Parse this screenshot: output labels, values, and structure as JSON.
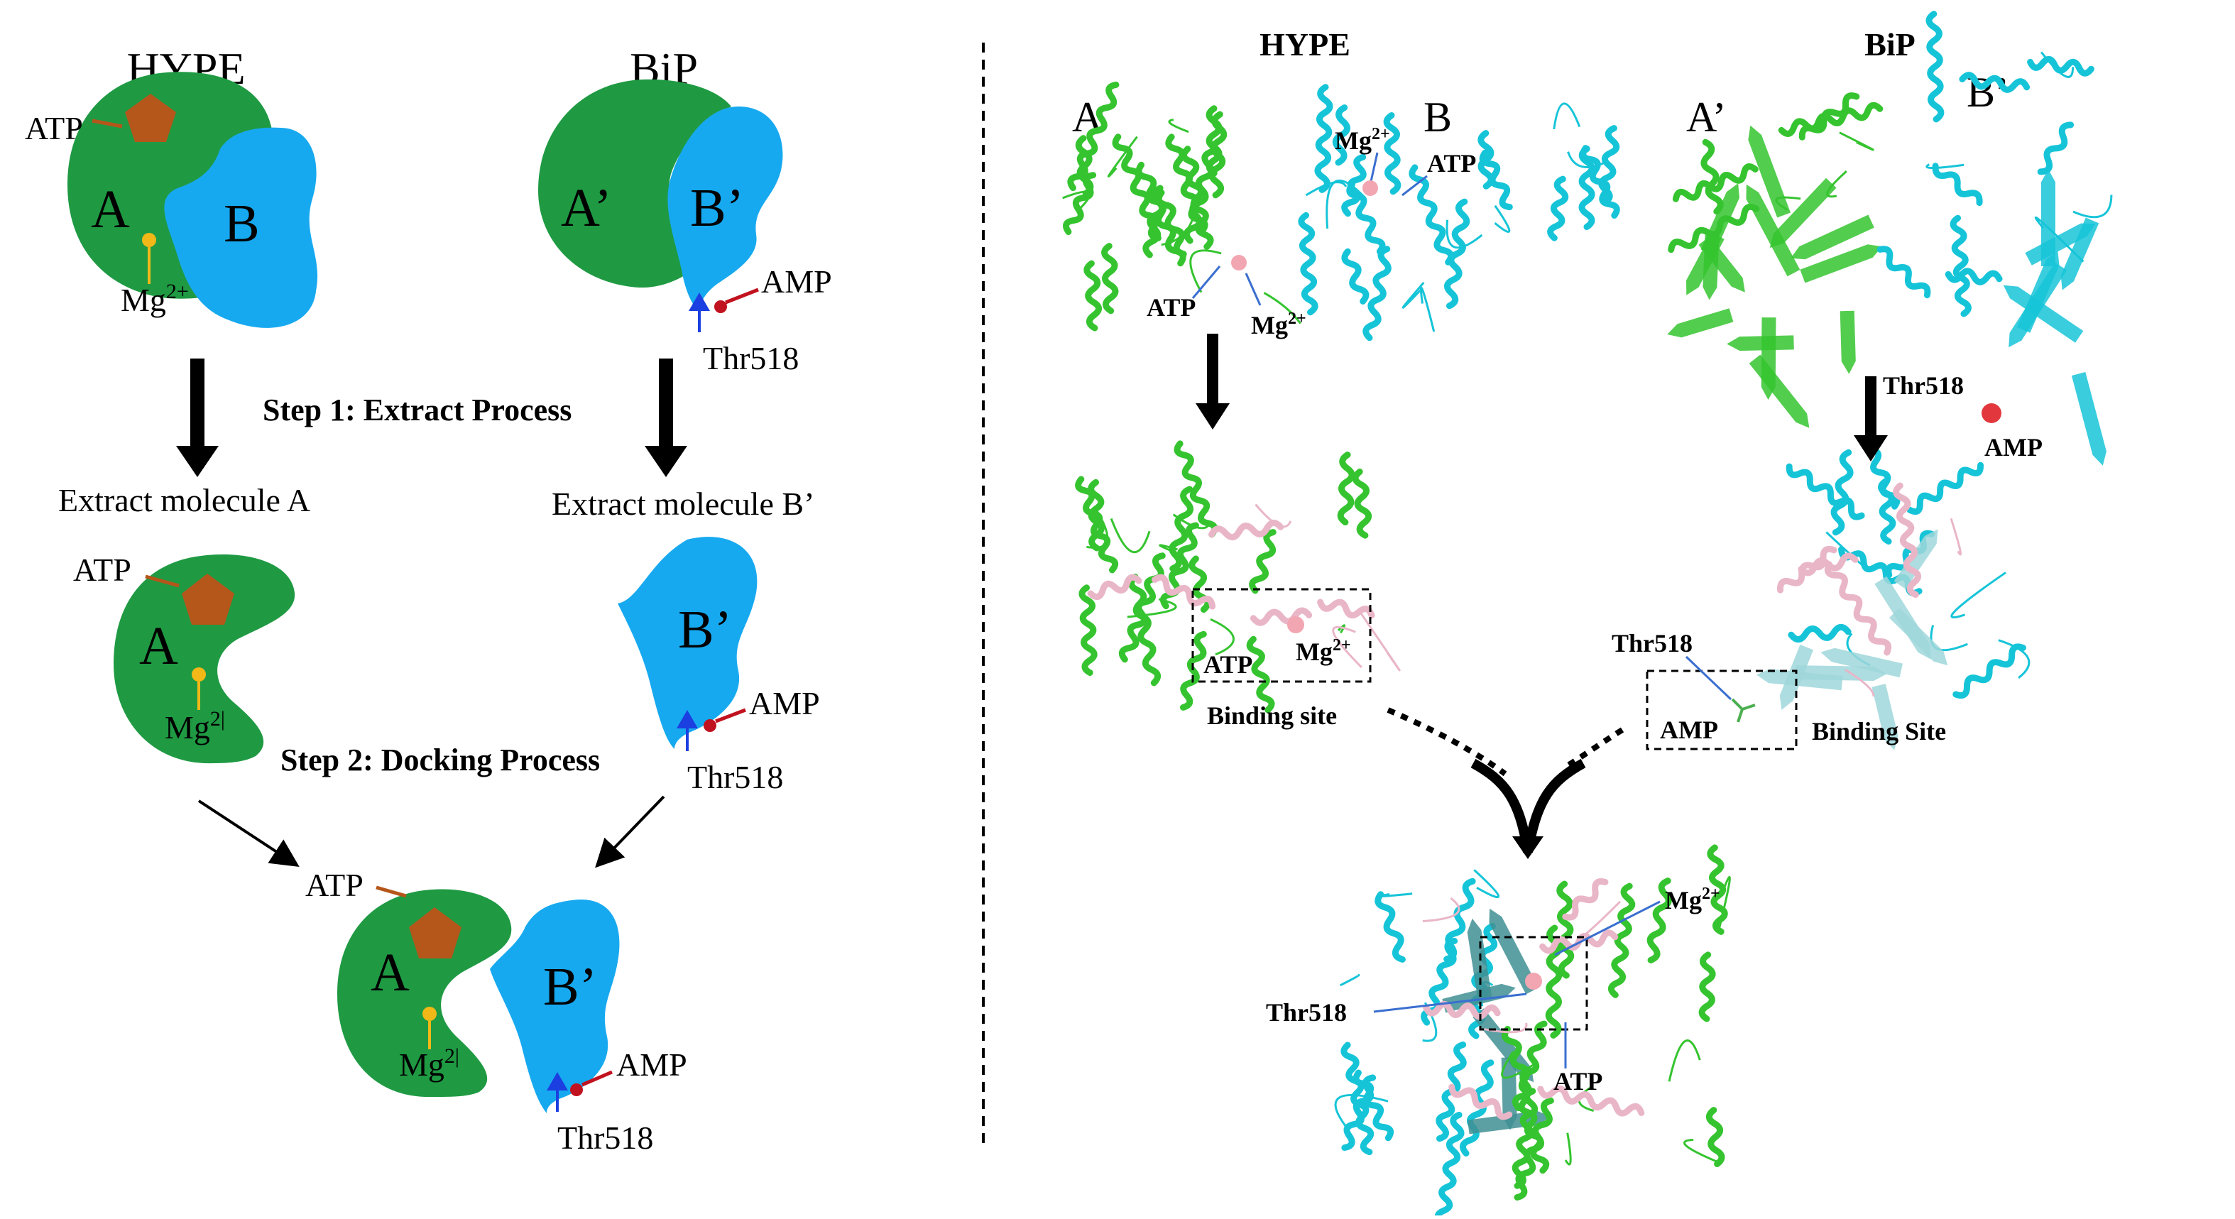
{
  "left": {
    "hype_title": "HYPE",
    "bip_title": "BiP",
    "letter_a": "A",
    "letter_b": "B",
    "letter_a_prime": "A’",
    "letter_b_prime": "B’",
    "atp": "ATP",
    "amp": "AMP",
    "mg": "Mg",
    "mg_sup": "2+",
    "mg_partial": "Mg",
    "mg_partial_sup": "2|",
    "thr": "Thr518",
    "step1": "Step 1: Extract Process",
    "step2": "Step 2: Docking Process",
    "extract_a": "Extract molecule A",
    "extract_b": "Extract molecule B’"
  },
  "right": {
    "hype_title": "HYPE",
    "bip_title": "BiP",
    "letter_a": "A",
    "letter_b": "B",
    "letter_a_prime": "A’",
    "letter_b_prime": "B’",
    "atp": "ATP",
    "amp": "AMP",
    "mg": "Mg",
    "mg_sup": "2+",
    "thr": "Thr518",
    "binding_site_hype": "Binding site",
    "binding_site_bip": "Binding Site"
  },
  "colors": {
    "green_blob": "#1f9a43",
    "blue_blob": "#17a9f0",
    "pentagon": "#b5561a",
    "mg_dot": "#f2b817",
    "amp_dot": "#c1121f",
    "thr_triangle": "#1b3fe0",
    "ribbon_green": "#35c42f",
    "ribbon_cyan": "#16c4d8",
    "ribbon_teal": "#3f8f93",
    "ribbon_pink": "#e9b6c8"
  }
}
